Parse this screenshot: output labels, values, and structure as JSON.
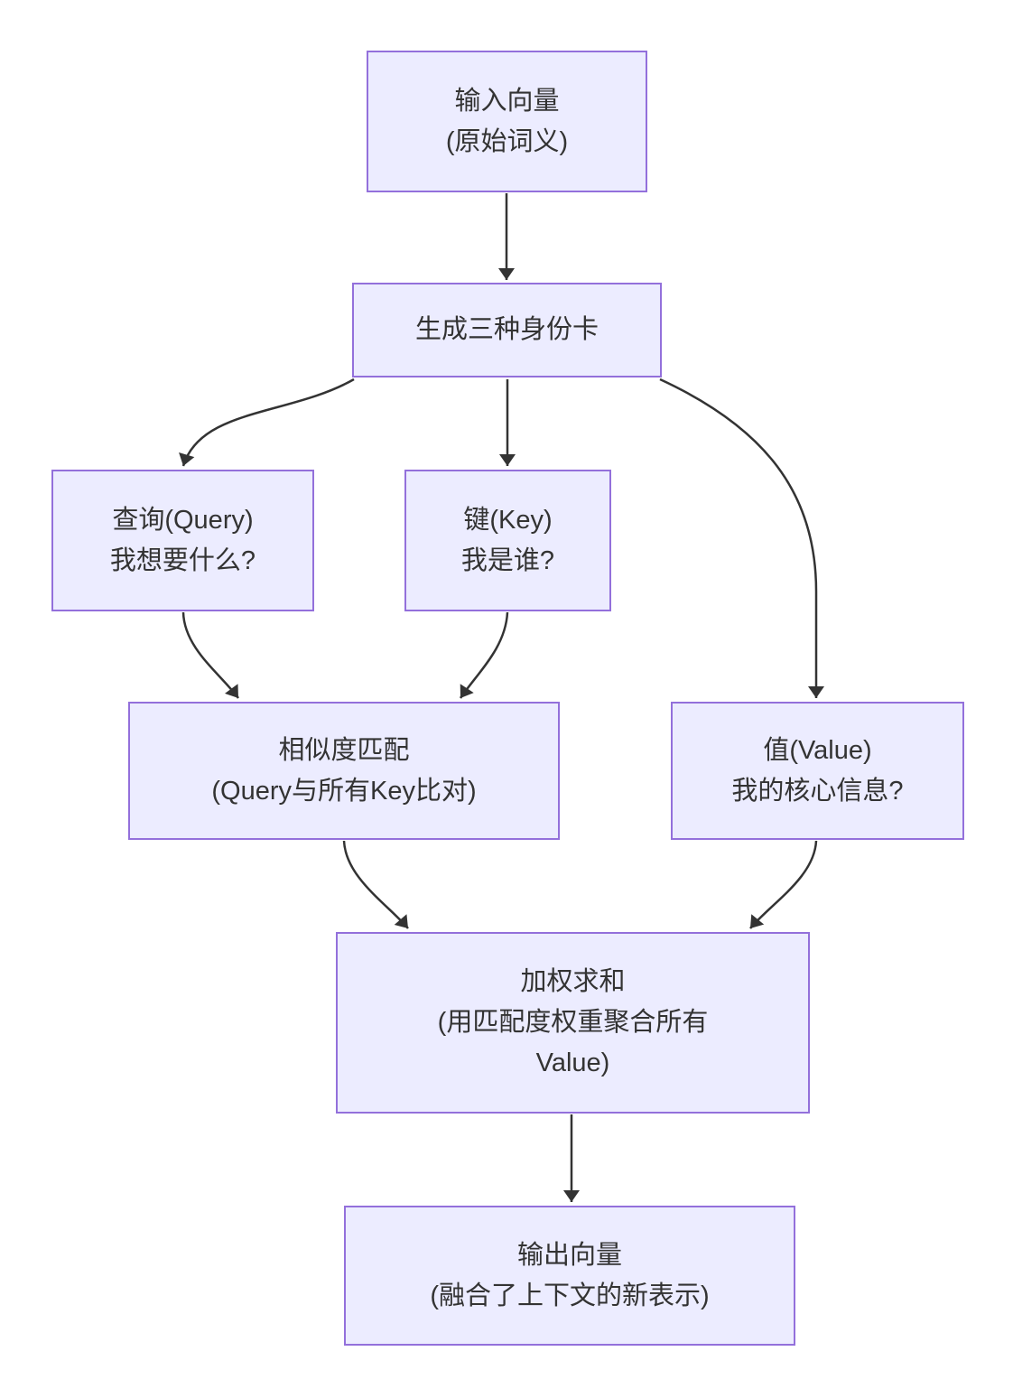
{
  "diagram": {
    "type": "flowchart",
    "direction": "top-down",
    "background": "#ffffff",
    "node_fill": "#ECECFF",
    "node_border": "#9370DB",
    "edge_color": "#333333",
    "text_color": "#333333"
  },
  "nodes": {
    "input": {
      "lines": [
        "输入向量",
        "(原始词义)"
      ]
    },
    "generate": {
      "lines": [
        "生成三种身份卡"
      ]
    },
    "query": {
      "lines": [
        "查询(Query)",
        "我想要什么?"
      ]
    },
    "key": {
      "lines": [
        "键(Key)",
        "我是谁?"
      ]
    },
    "similarity": {
      "lines": [
        "相似度匹配",
        "(Query与所有Key比对)"
      ]
    },
    "value": {
      "lines": [
        "值(Value)",
        "我的核心信息?"
      ]
    },
    "weighted": {
      "lines": [
        "加权求和",
        "(用匹配度权重聚合所有",
        "Value)"
      ]
    },
    "output": {
      "lines": [
        "输出向量",
        "(融合了上下文的新表示)"
      ]
    }
  },
  "edges": [
    {
      "from": "input",
      "to": "generate"
    },
    {
      "from": "generate",
      "to": "query"
    },
    {
      "from": "generate",
      "to": "key"
    },
    {
      "from": "generate",
      "to": "value"
    },
    {
      "from": "query",
      "to": "similarity"
    },
    {
      "from": "key",
      "to": "similarity"
    },
    {
      "from": "similarity",
      "to": "weighted"
    },
    {
      "from": "value",
      "to": "weighted"
    },
    {
      "from": "weighted",
      "to": "output"
    }
  ]
}
